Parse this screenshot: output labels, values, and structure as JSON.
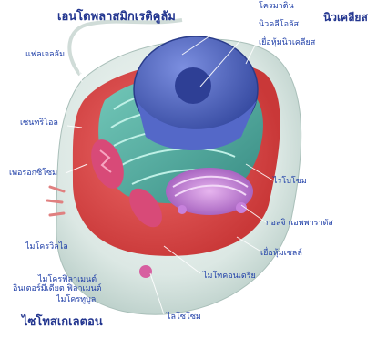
{
  "title": "เอนโดพลาสมิกเรติคูลัม",
  "nucleus_group": "นิวเคลียส",
  "bottom_title": "ไซโทสเกเลตอน",
  "labels": {
    "chromatin": "โครมาติน",
    "nucleolus": "นิวคลีโอลัส",
    "nuclear_envelope": "เยื่อหุ้มนิวเคลียส",
    "flagellum": "แฟลเจลลัม",
    "centriole": "เซนทริโอล",
    "peroxisome": "เพอรอกซิโซม",
    "microvilli": "ไมโครวิลไล",
    "microfilament": "ไมโครฟิลาเมนต์",
    "intermediate_filament": "อินเตอร์มีเดียต ฟิลาเมนต์",
    "microtubule": "ไมโครทูบูล",
    "ribosome": "ไรโบโซม",
    "golgi": "กอลจิ แอพพาราตัส",
    "cell_membrane": "เยื่อหุ้มเซลล์",
    "mitochondria": "ไมโทคอนเดรีย",
    "lysosome": "ไลโซโซม"
  },
  "colors": {
    "label_text": "#1f3fa8",
    "cytoplasm": "#e04848",
    "outer_membrane": "#dfe9e6",
    "er": "#3fa79c",
    "nucleus": "#4b60c0",
    "golgi": "#b068c8",
    "mitochondria": "#d84a78"
  }
}
